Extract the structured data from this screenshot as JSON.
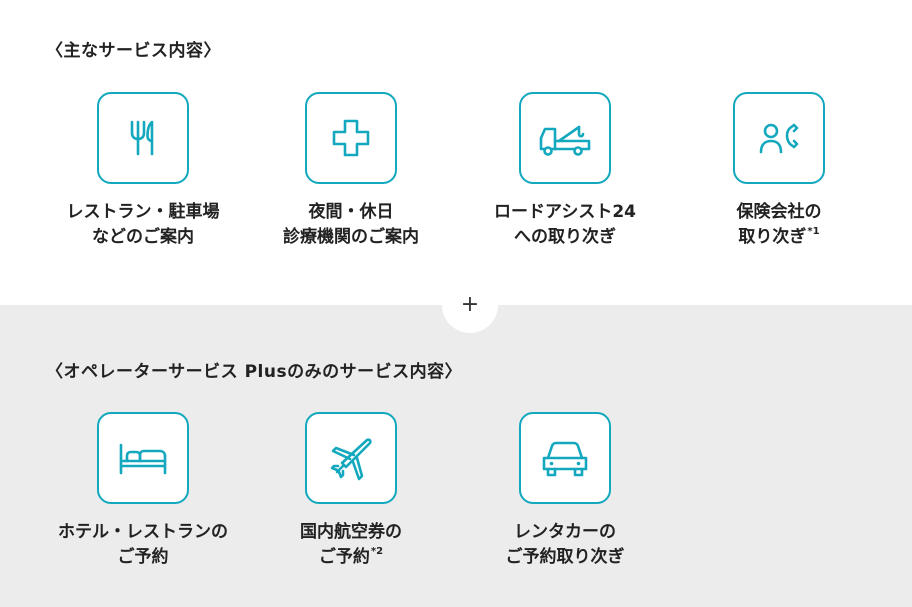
{
  "main_services": {
    "title": "〈主なサービス内容〉",
    "items": [
      {
        "icon": "fork-knife-icon",
        "line1": "レストラン・駐車場",
        "line2": "などのご案内",
        "note": ""
      },
      {
        "icon": "medical-cross-icon",
        "line1": "夜間・休日",
        "line2": "診療機関のご案内",
        "note": ""
      },
      {
        "icon": "tow-truck-icon",
        "line1": "ロードアシスト24",
        "line2": "への取り次ぎ",
        "note": ""
      },
      {
        "icon": "person-phone-icon",
        "line1": "保険会社の",
        "line2": "取り次ぎ",
        "note": "*1"
      }
    ]
  },
  "separator": {
    "symbol": "+"
  },
  "plus_services": {
    "title": "〈オペレーターサービス Plusのみのサービス内容〉",
    "items": [
      {
        "icon": "bed-icon",
        "line1": "ホテル・レストランの",
        "line2": "ご予約",
        "note": ""
      },
      {
        "icon": "airplane-icon",
        "line1": "国内航空券の",
        "line2": "ご予約",
        "note": "*2"
      },
      {
        "icon": "car-icon",
        "line1": "レンタカーの",
        "line2": "ご予約取り次ぎ",
        "note": ""
      }
    ]
  },
  "colors": {
    "accent": "#13a8be",
    "bottom_background": "#ececec",
    "text": "#222222"
  }
}
